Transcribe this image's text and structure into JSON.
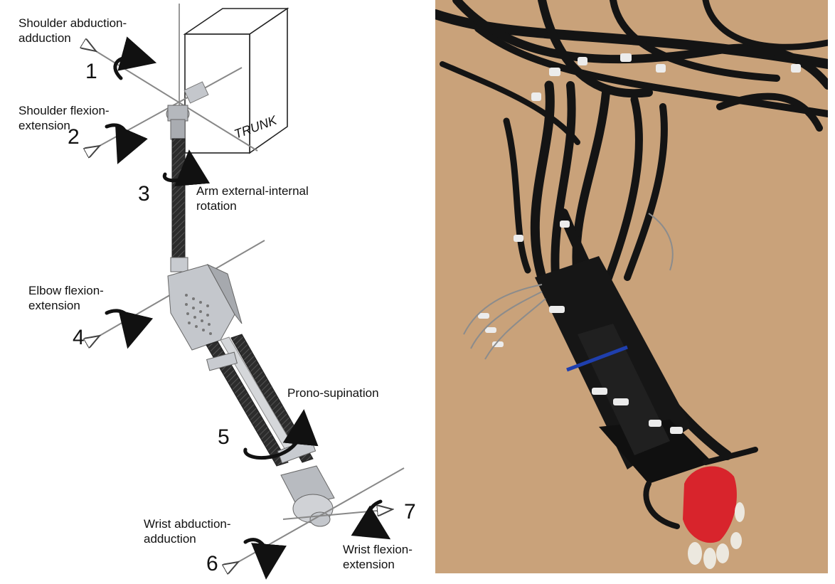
{
  "left_panel": {
    "joints": [
      {
        "number": "1",
        "label_lines": [
          "Shoulder abduction-",
          "adduction"
        ]
      },
      {
        "number": "2",
        "label_lines": [
          "Shoulder flexion-",
          "extension"
        ]
      },
      {
        "number": "3",
        "label_lines": [
          "Arm external-internal",
          "rotation"
        ]
      },
      {
        "number": "4",
        "label_lines": [
          "Elbow flexion-",
          "extension"
        ]
      },
      {
        "number": "5",
        "label_lines": [
          "Prono-supination"
        ]
      },
      {
        "number": "6",
        "label_lines": [
          "Wrist abduction-",
          "adduction"
        ]
      },
      {
        "number": "7",
        "label_lines": [
          "Wrist flexion-",
          "extension"
        ]
      }
    ],
    "trunk_label": "TRUNK"
  },
  "colors": {
    "photo_background": "#c9a27a",
    "cable": "#141414",
    "hand_glove": "#d8242c",
    "metal": "#b8bcc2",
    "carbon_rod": "#3a3a3a"
  }
}
